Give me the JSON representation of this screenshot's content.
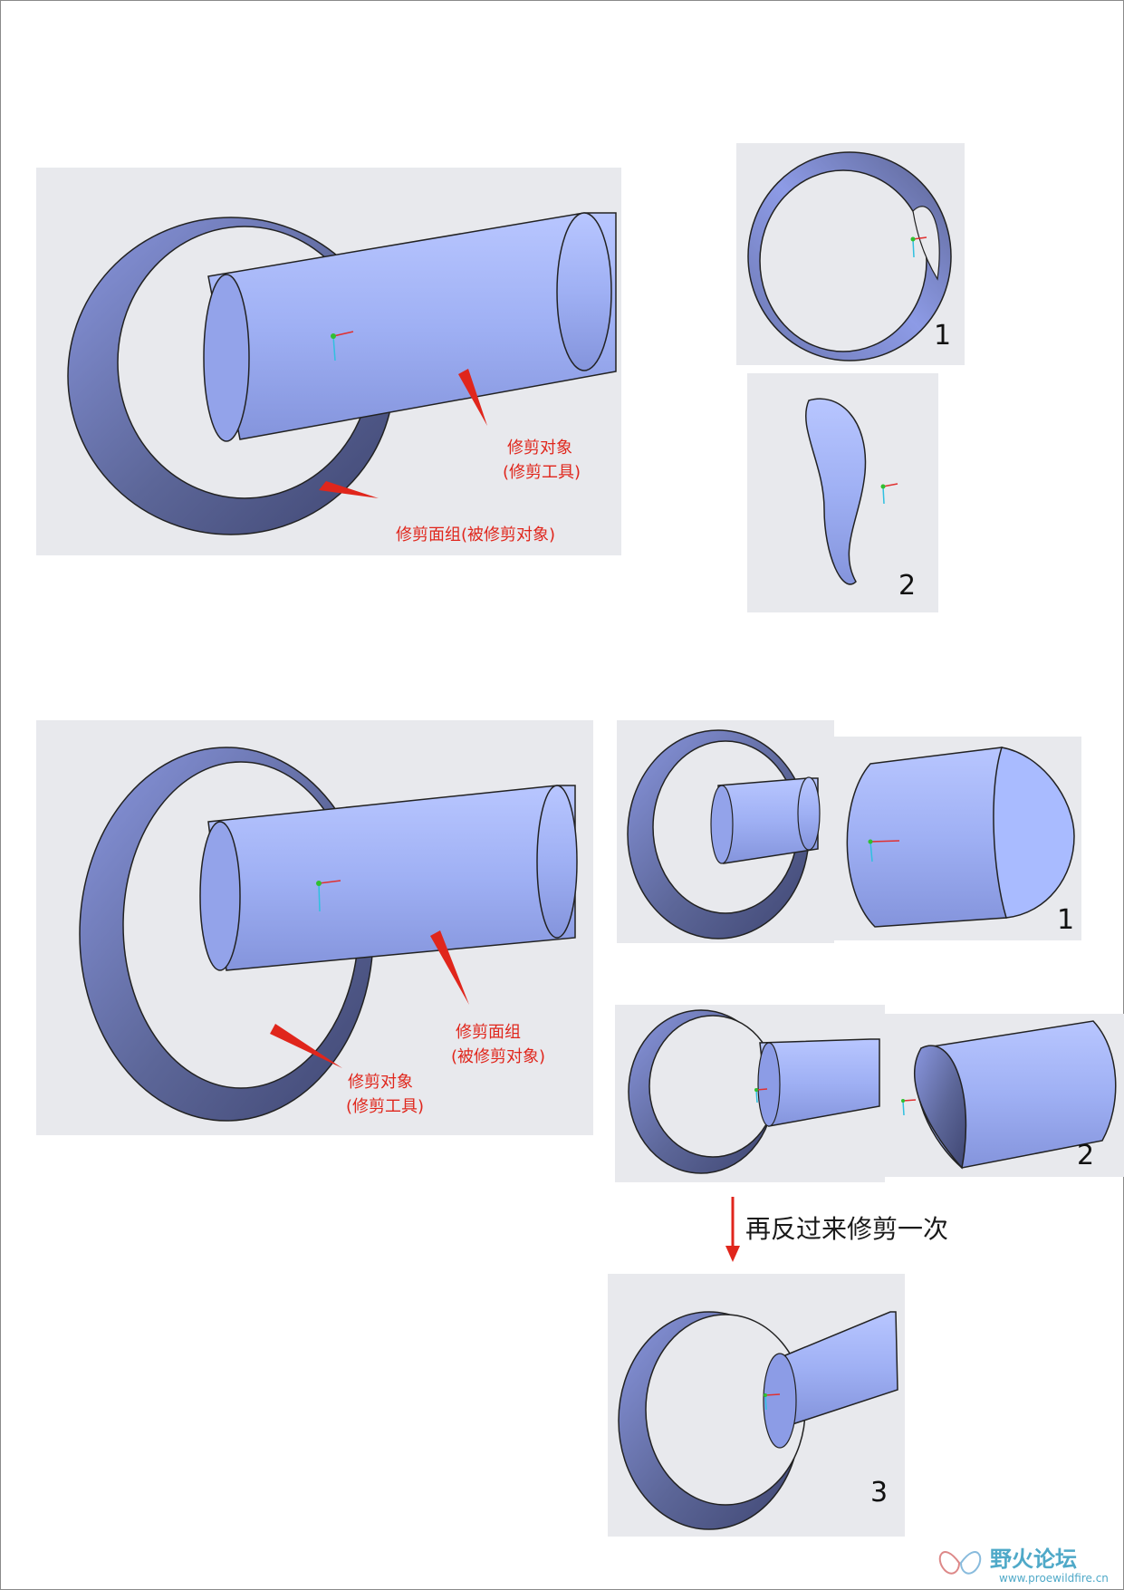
{
  "fig1": {
    "label_trim_object": [
      "修剪对象",
      "(修剪工具)"
    ],
    "label_trimmed_quilt": "修剪面组(被修剪对象)",
    "results": [
      "1",
      "2"
    ]
  },
  "fig2": {
    "label_trimmed_quilt": [
      "修剪面组",
      "(被修剪对象)"
    ],
    "label_trim_object": [
      "修剪对象",
      "(修剪工具)"
    ],
    "results": [
      "1",
      "2",
      "3"
    ],
    "step_note": "再反过来修剪一次"
  },
  "watermark": {
    "name": "野火论坛",
    "url": "www.proewildfire.cn"
  },
  "colors": {
    "panel_bg": "#e8e9ed",
    "surface_light": "#a3b3f2",
    "surface_dark": "#5a6290",
    "annotation_red": "#e0261c",
    "watermark": "#4fa9c8"
  }
}
